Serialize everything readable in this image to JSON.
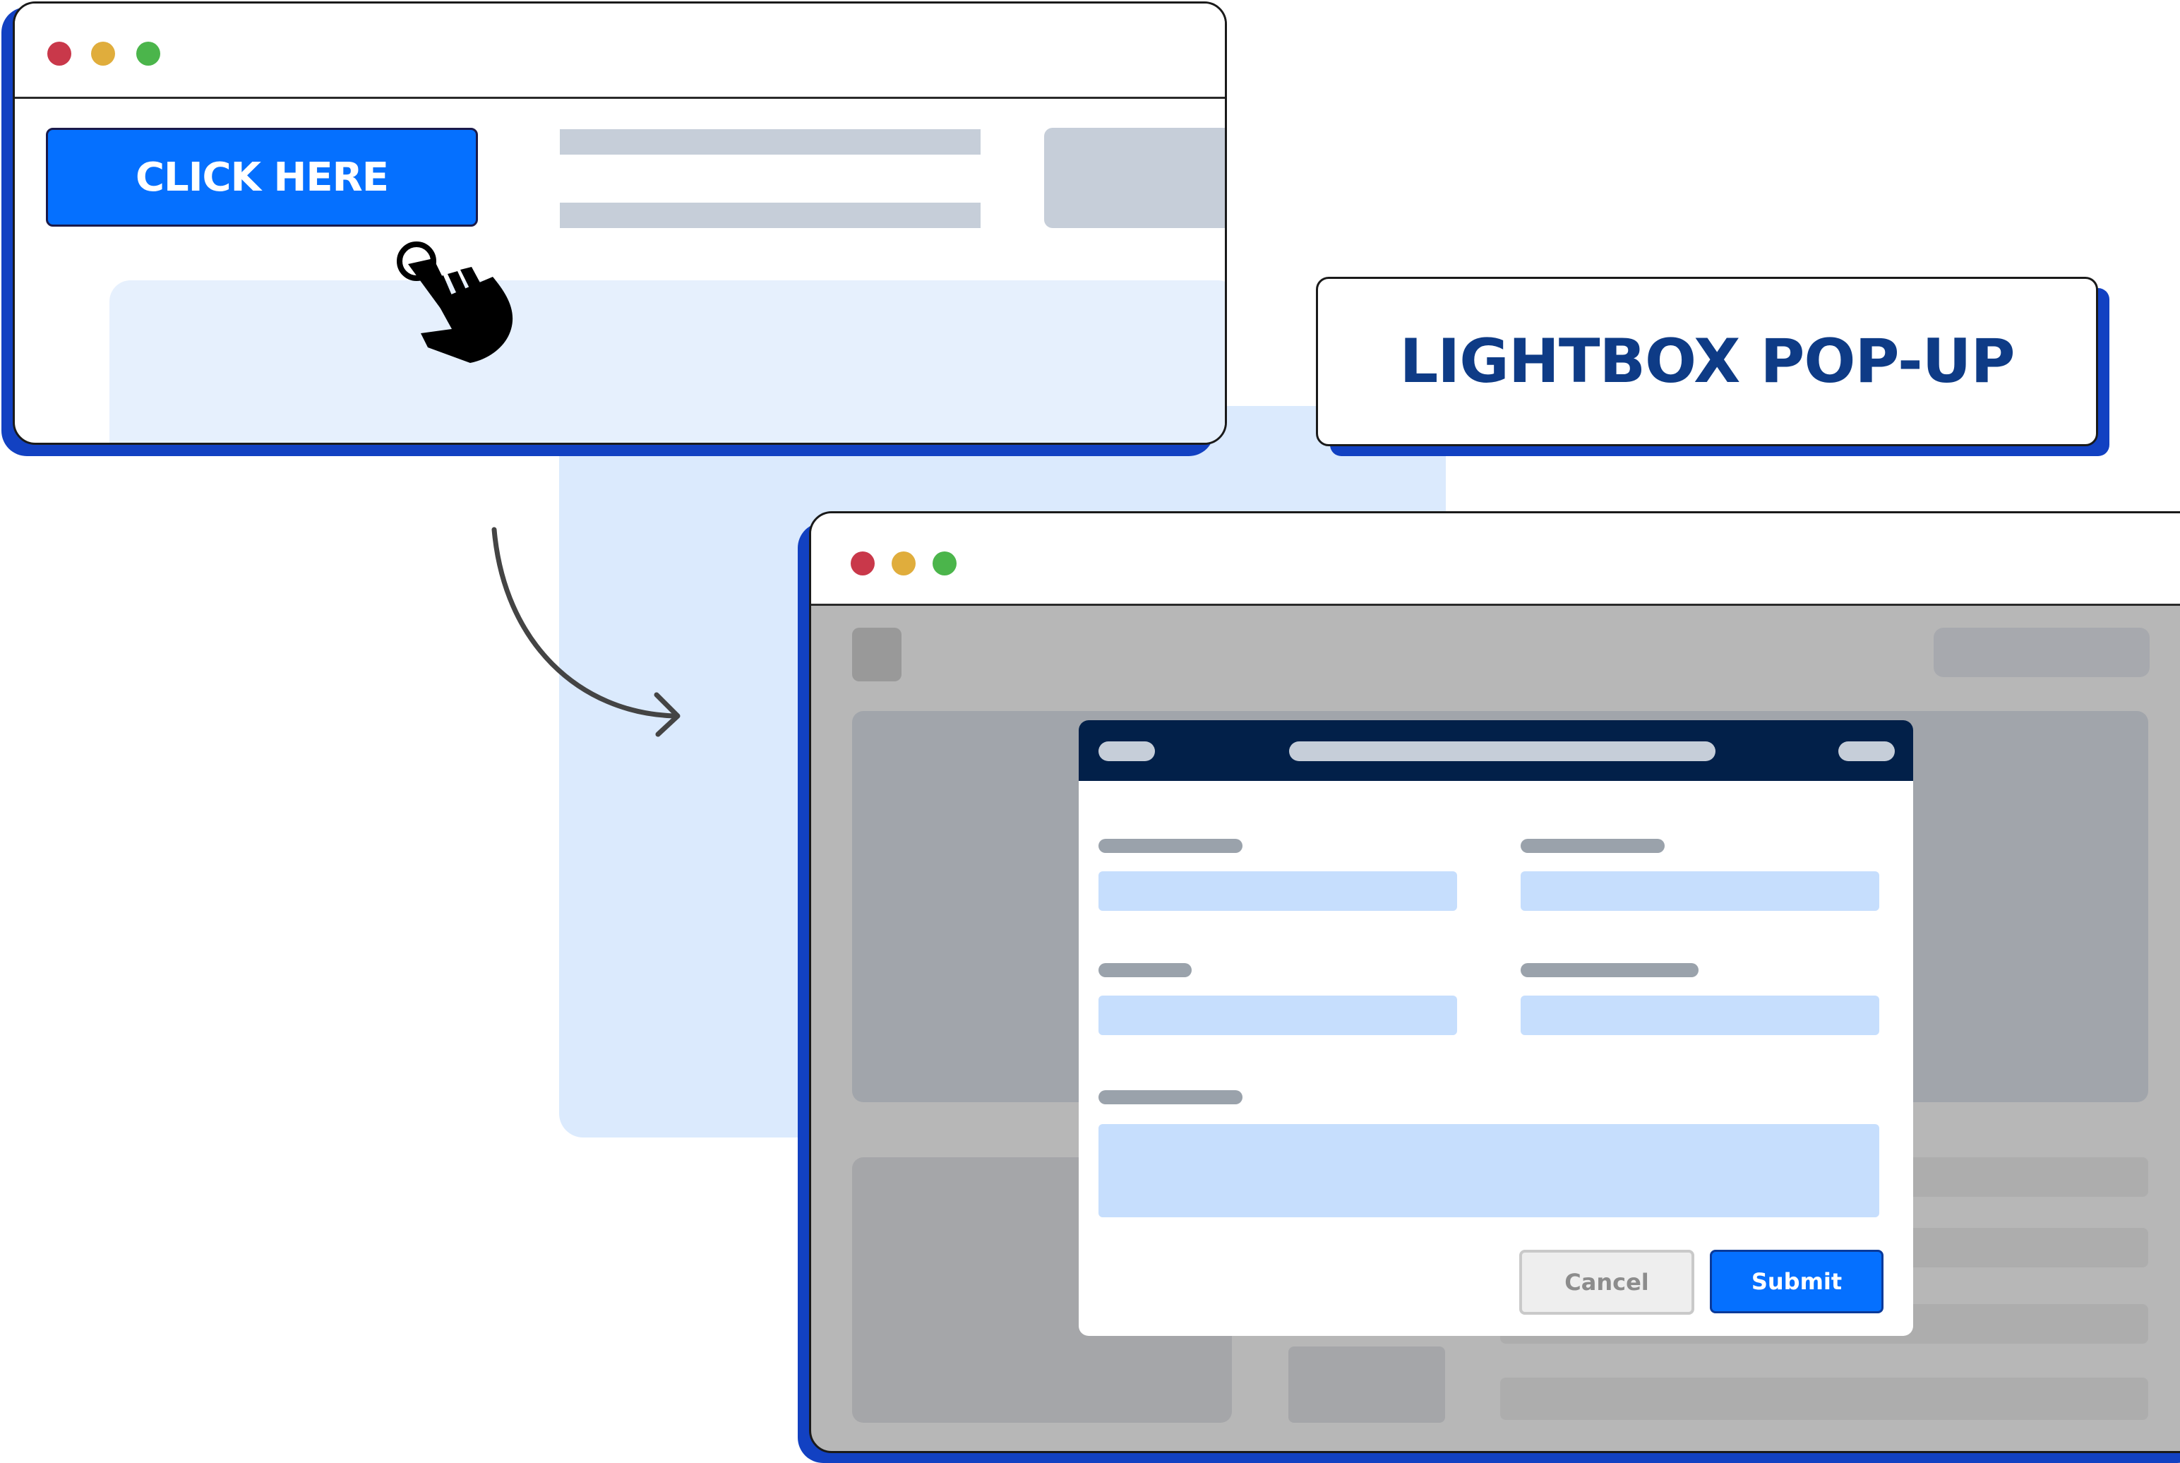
{
  "window1": {
    "cta_label": "CLICK HERE"
  },
  "label_card": {
    "text": "LIGHTBOX POP-UP"
  },
  "modal": {
    "cancel_label": "Cancel",
    "submit_label": "Submit"
  },
  "colors": {
    "brand_blue": "#0570ff",
    "shadow_blue": "#1241c2",
    "heading_navy": "#0e3b86",
    "modal_header": "#022049",
    "field_fill": "#c6defd"
  },
  "icons": {
    "pointer": "hand-pointer-click-icon",
    "transition": "curved-arrow-icon"
  }
}
